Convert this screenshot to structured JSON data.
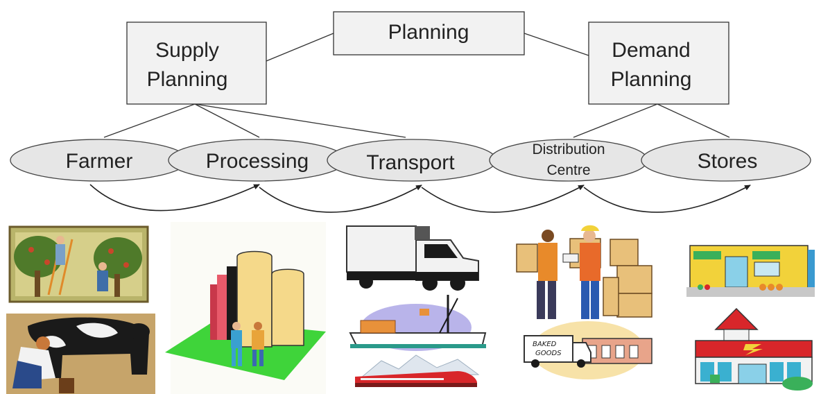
{
  "planning": {
    "top": "Planning",
    "supply_line1": "Supply",
    "supply_line2": "Planning",
    "demand_line1": "Demand",
    "demand_line2": "Planning"
  },
  "chain": {
    "farmer": "Farmer",
    "processing": "Processing",
    "transport": "Transport",
    "distribution_line1": "Distribution",
    "distribution_line2": "Centre",
    "stores": "Stores"
  },
  "illustrations": {
    "truck_text": "",
    "baked_goods_line1": "BAKED",
    "baked_goods_line2": "GOODS"
  },
  "colors": {
    "ellipse_fill": "#e6e6e6",
    "box_fill": "#f2f2f2",
    "line": "#333333"
  }
}
